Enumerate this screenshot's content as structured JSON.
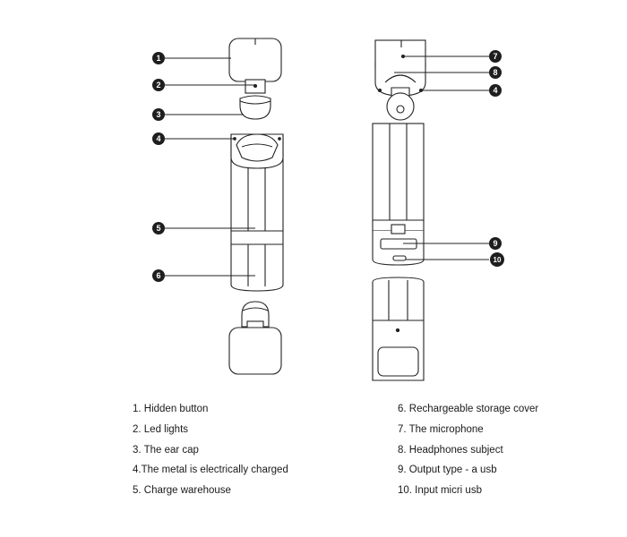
{
  "callouts_left": [
    "1",
    "2",
    "3",
    "4",
    "5",
    "6"
  ],
  "callouts_right": [
    "7",
    "8",
    "4",
    "9",
    "10"
  ],
  "legend": [
    "1. Hidden button",
    "2. Led lights",
    "3. The ear cap",
    "4.The metal is electrically charged",
    "5. Charge warehouse",
    "6. Rechargeable storage cover",
    "7. The microphone",
    "8. Headphones subject",
    "9. Output type - a usb",
    "10. Input micri usb"
  ]
}
